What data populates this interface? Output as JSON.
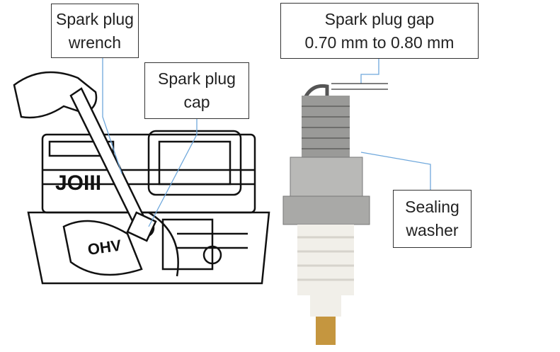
{
  "labels": {
    "wrench": {
      "line1": "Spark plug",
      "line2": "wrench"
    },
    "cap": {
      "line1": "Spark plug",
      "line2": "cap"
    },
    "gap": {
      "line1": "Spark plug gap",
      "line2": "0.70 mm to 0.80 mm"
    },
    "washer": {
      "line1": "Sealing",
      "line2": "washer"
    }
  },
  "engine_markings": {
    "brand": "JOIII",
    "valve": "OHV"
  },
  "colors": {
    "leader_line": "#6fa8dc",
    "box_border": "#333333"
  }
}
